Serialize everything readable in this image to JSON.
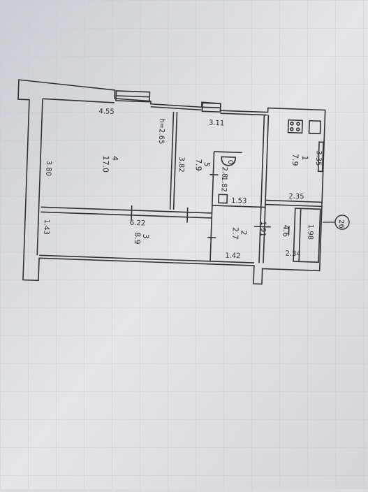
{
  "plan": {
    "room_1": {
      "num": "1",
      "area": "7.9",
      "w": "3.35",
      "d": "2.35"
    },
    "room_2": {
      "num": "2",
      "area": "2.7",
      "w": "1.91",
      "d": "1.42"
    },
    "room_3": {
      "num": "3",
      "area": "8.9",
      "w": "6.22",
      "d": "1.43"
    },
    "room_4": {
      "num": "4",
      "area": "17.0",
      "w": "4.55",
      "d": "3.80"
    },
    "room_5": {
      "num": "5",
      "area": "7.9",
      "w": "3.11",
      "d": "3.82"
    },
    "room_6": {
      "num": "6",
      "area": "4.6",
      "w": "1.98",
      "d": "2.34"
    },
    "wc": {
      "num": "0",
      "area": "2.8",
      "w": "1.82",
      "d": "1.53"
    },
    "ceiling_height": "h=2.65",
    "apartment_number": "26"
  }
}
